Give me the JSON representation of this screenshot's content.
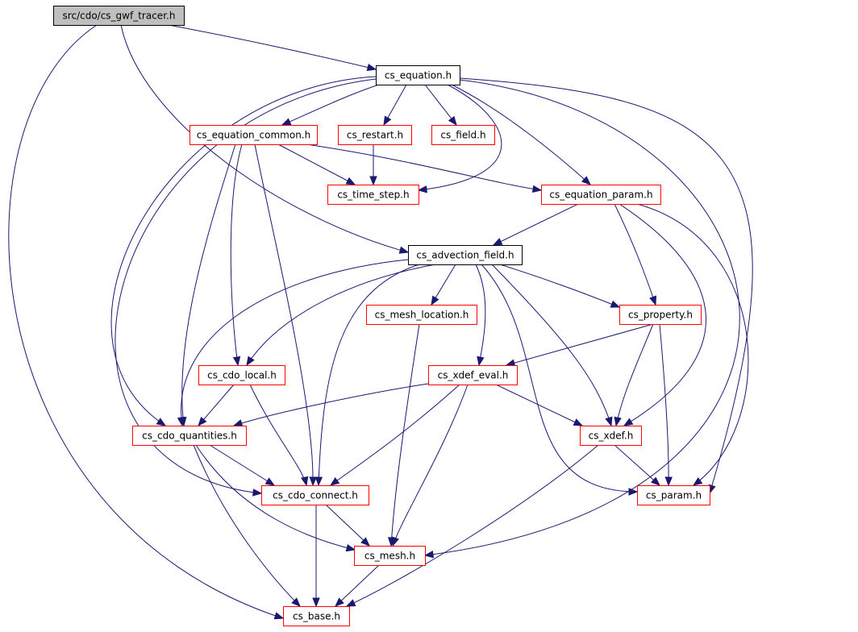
{
  "diagram": {
    "type": "include-dependency-graph",
    "colors": {
      "edge": "#191970",
      "node_border_default": "#ff0000",
      "node_border_highlight": "#000000",
      "root_fill": "#bfbfbf",
      "node_fill": "#ffffff"
    },
    "nodes": [
      {
        "id": "gwf_tracer",
        "label": "src/cdo/cs_gwf_tracer.h",
        "style": "root"
      },
      {
        "id": "equation",
        "label": "cs_equation.h",
        "style": "black"
      },
      {
        "id": "equation_common",
        "label": "cs_equation_common.h",
        "style": "red"
      },
      {
        "id": "restart",
        "label": "cs_restart.h",
        "style": "red"
      },
      {
        "id": "field",
        "label": "cs_field.h",
        "style": "red"
      },
      {
        "id": "time_step",
        "label": "cs_time_step.h",
        "style": "red"
      },
      {
        "id": "equation_param",
        "label": "cs_equation_param.h",
        "style": "red"
      },
      {
        "id": "advection_field",
        "label": "cs_advection_field.h",
        "style": "black"
      },
      {
        "id": "mesh_location",
        "label": "cs_mesh_location.h",
        "style": "red"
      },
      {
        "id": "property",
        "label": "cs_property.h",
        "style": "red"
      },
      {
        "id": "cdo_local",
        "label": "cs_cdo_local.h",
        "style": "red"
      },
      {
        "id": "xdef_eval",
        "label": "cs_xdef_eval.h",
        "style": "red"
      },
      {
        "id": "cdo_quantities",
        "label": "cs_cdo_quantities.h",
        "style": "red"
      },
      {
        "id": "xdef",
        "label": "cs_xdef.h",
        "style": "red"
      },
      {
        "id": "cdo_connect",
        "label": "cs_cdo_connect.h",
        "style": "red"
      },
      {
        "id": "param",
        "label": "cs_param.h",
        "style": "red"
      },
      {
        "id": "mesh",
        "label": "cs_mesh.h",
        "style": "red"
      },
      {
        "id": "base",
        "label": "cs_base.h",
        "style": "red"
      }
    ],
    "edges": [
      [
        "gwf_tracer",
        "equation"
      ],
      [
        "gwf_tracer",
        "advection_field"
      ],
      [
        "gwf_tracer",
        "base"
      ],
      [
        "equation",
        "equation_common"
      ],
      [
        "equation",
        "restart"
      ],
      [
        "equation",
        "field"
      ],
      [
        "equation",
        "time_step"
      ],
      [
        "equation",
        "equation_param"
      ],
      [
        "equation",
        "cdo_quantities"
      ],
      [
        "equation",
        "cdo_connect"
      ],
      [
        "equation",
        "param"
      ],
      [
        "equation",
        "mesh"
      ],
      [
        "equation_common",
        "time_step"
      ],
      [
        "equation_common",
        "equation_param"
      ],
      [
        "equation_common",
        "cdo_local"
      ],
      [
        "equation_common",
        "cdo_quantities"
      ],
      [
        "equation_common",
        "cdo_connect"
      ],
      [
        "restart",
        "time_step"
      ],
      [
        "equation_param",
        "advection_field"
      ],
      [
        "equation_param",
        "property"
      ],
      [
        "equation_param",
        "xdef"
      ],
      [
        "equation_param",
        "param"
      ],
      [
        "advection_field",
        "mesh_location"
      ],
      [
        "advection_field",
        "property"
      ],
      [
        "advection_field",
        "cdo_local"
      ],
      [
        "advection_field",
        "xdef_eval"
      ],
      [
        "advection_field",
        "cdo_quantities"
      ],
      [
        "advection_field",
        "cdo_connect"
      ],
      [
        "advection_field",
        "xdef"
      ],
      [
        "advection_field",
        "param"
      ],
      [
        "mesh_location",
        "mesh"
      ],
      [
        "property",
        "xdef_eval"
      ],
      [
        "property",
        "xdef"
      ],
      [
        "property",
        "param"
      ],
      [
        "cdo_local",
        "cdo_quantities"
      ],
      [
        "cdo_local",
        "cdo_connect"
      ],
      [
        "xdef_eval",
        "cdo_quantities"
      ],
      [
        "xdef_eval",
        "cdo_connect"
      ],
      [
        "xdef_eval",
        "xdef"
      ],
      [
        "xdef_eval",
        "mesh"
      ],
      [
        "cdo_quantities",
        "cdo_connect"
      ],
      [
        "cdo_quantities",
        "mesh"
      ],
      [
        "cdo_quantities",
        "base"
      ],
      [
        "xdef",
        "param"
      ],
      [
        "xdef",
        "base"
      ],
      [
        "cdo_connect",
        "mesh"
      ],
      [
        "cdo_connect",
        "base"
      ],
      [
        "mesh",
        "base"
      ]
    ]
  }
}
